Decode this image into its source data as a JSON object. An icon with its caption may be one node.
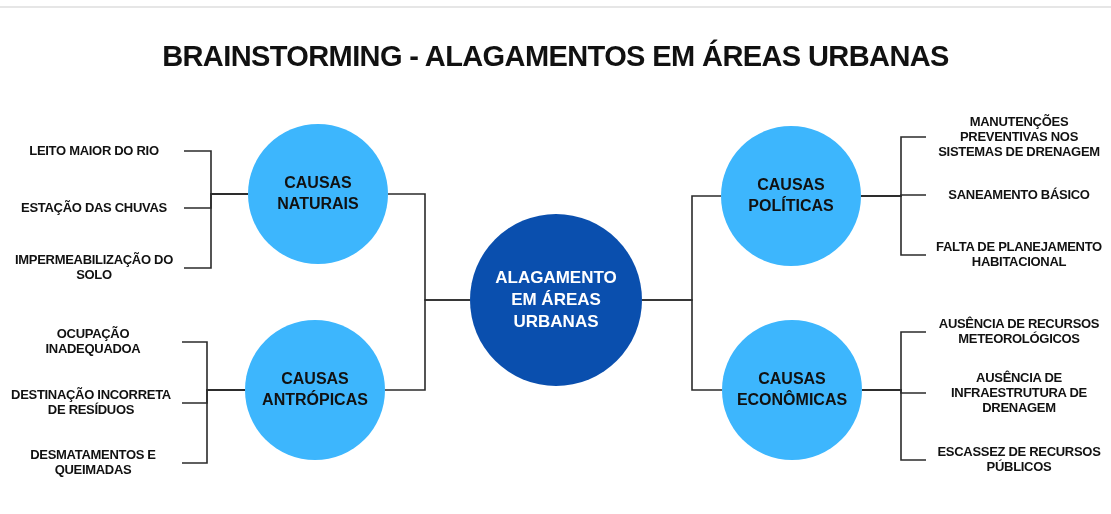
{
  "diagram": {
    "title": "BRAINSTORMING - ALAGAMENTOS EM ÁREAS URBANAS",
    "nodes": [
      {
        "text": [
          "ALAGAMENTO EM ÁREAS URBANAS"
        ]
      },
      {
        "text": [
          "CAUSAS NATURAIS"
        ]
      },
      {
        "text": [
          "CAUSAS ANTRÓPICAS"
        ]
      },
      {
        "text": [
          "CAUSAS POLÍTICAS"
        ]
      },
      {
        "text": [
          "CAUSAS ECONÔMICAS"
        ]
      },
      {
        "text": [
          "LEITO MAIOR DO RIO"
        ]
      },
      {
        "text": [
          "ESTAÇÃO DAS CHUVAS"
        ]
      },
      {
        "text": [
          "IMPERMEABILIZAÇÃO DO SOLO"
        ]
      },
      {
        "text": [
          "OCUPAÇÃO INADEQUADOA"
        ]
      },
      {
        "text": [
          "DESTINAÇÃO INCORRETA DE RESÍDUOS"
        ]
      },
      {
        "text": [
          "DESMATAMENTOS E QUEIMADAS"
        ]
      },
      {
        "text": [
          "MANUTENÇÕES PREVENTIVAS NOS SISTEMAS DE DRENAGEM"
        ]
      },
      {
        "text": [
          "SANEAMENTO BÁSICO"
        ]
      },
      {
        "text": [
          "FALTA DE PLANEJAMENTO HABITACIONAL"
        ]
      },
      {
        "text": [
          "AUSÊNCIA DE RECURSOS METEOROLÓGICOS"
        ]
      },
      {
        "text": [
          "AUSÊNCIA DE INFRAESTRUTURA DE DRENAGEM"
        ]
      },
      {
        "text": [
          "ESCASSEZ DE RECURSOS PÚBLICOS"
        ]
      }
    ],
    "edges": [
      {
        "from": 0,
        "to": 1,
        "arrow": "none"
      },
      {
        "from": 0,
        "to": 2,
        "arrow": "none"
      },
      {
        "from": 0,
        "to": 3,
        "arrow": "none"
      },
      {
        "from": 0,
        "to": 4,
        "arrow": "none"
      },
      {
        "from": 1,
        "to": 5,
        "arrow": "none"
      },
      {
        "from": 1,
        "to": 6,
        "arrow": "none"
      },
      {
        "from": 1,
        "to": 7,
        "arrow": "none"
      },
      {
        "from": 2,
        "to": 8,
        "arrow": "none"
      },
      {
        "from": 2,
        "to": 9,
        "arrow": "none"
      },
      {
        "from": 2,
        "to": 10,
        "arrow": "none"
      },
      {
        "from": 3,
        "to": 11,
        "arrow": "none"
      },
      {
        "from": 3,
        "to": 12,
        "arrow": "none"
      },
      {
        "from": 3,
        "to": 13,
        "arrow": "none"
      },
      {
        "from": 4,
        "to": 14,
        "arrow": "none"
      },
      {
        "from": 4,
        "to": 15,
        "arrow": "none"
      },
      {
        "from": 4,
        "to": 16,
        "arrow": "none"
      }
    ]
  }
}
